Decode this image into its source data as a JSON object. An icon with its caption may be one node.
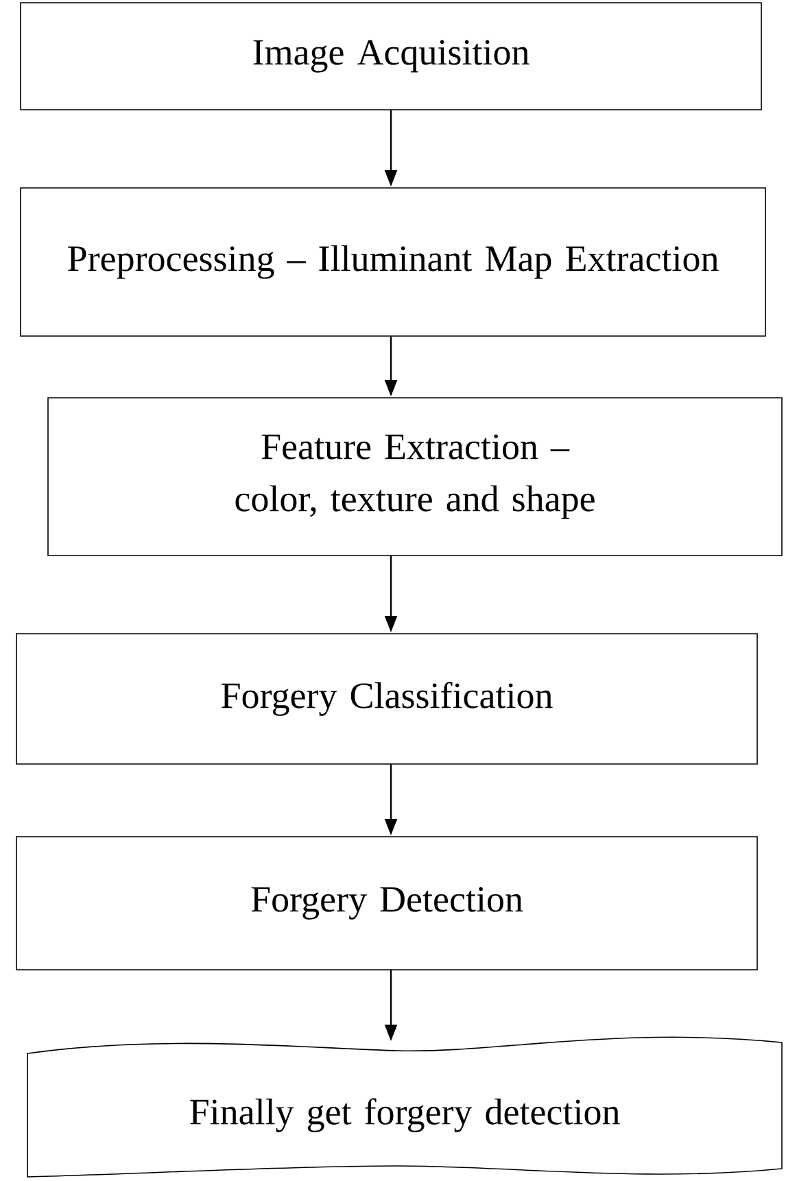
{
  "diagram": {
    "nodes": [
      {
        "text": [
          "Image Acquisition"
        ]
      },
      {
        "text": [
          "Preprocessing – Illuminant Map Extraction"
        ]
      },
      {
        "text": [
          "Feature Extraction – color, texture and shape"
        ]
      },
      {
        "text": [
          "Forgery Classification"
        ]
      },
      {
        "text": [
          "Forgery Detection"
        ]
      },
      {
        "text": [
          "Finally get forgery detection"
        ]
      }
    ],
    "edges": [
      {
        "from": 0,
        "to": 1,
        "arrow": "to"
      },
      {
        "from": 1,
        "to": 2,
        "arrow": "to"
      },
      {
        "from": 2,
        "to": 3,
        "arrow": "to"
      },
      {
        "from": 3,
        "to": 4,
        "arrow": "to"
      },
      {
        "from": 4,
        "to": 5,
        "arrow": "to"
      }
    ]
  }
}
